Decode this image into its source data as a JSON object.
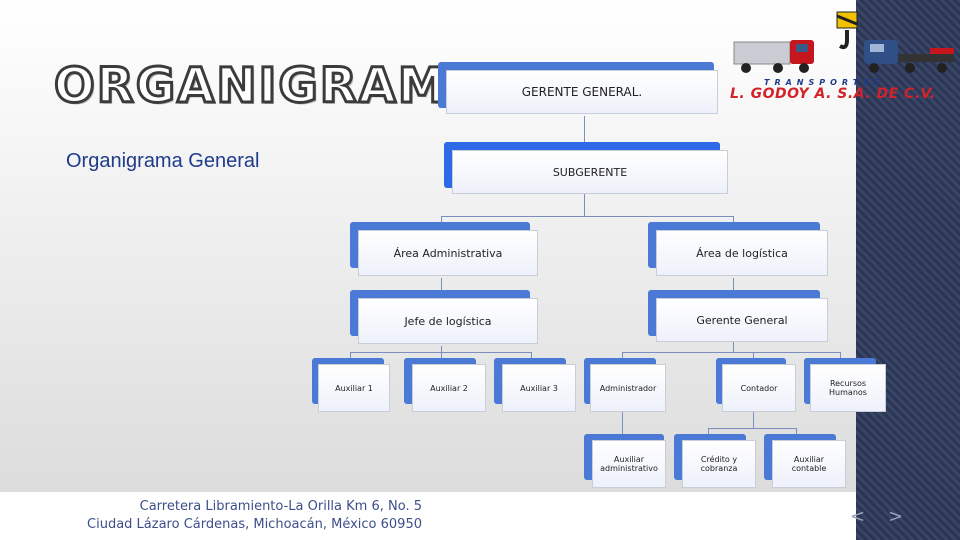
{
  "slide": {
    "title": "ORGANIGRAMA",
    "subtitle": "Organigrama General"
  },
  "logo": {
    "tagline": "TRANSPORTES",
    "company": "L. GODOY A. S.A. DE C.V."
  },
  "org": {
    "gerente_general": "GERENTE GENERAL.",
    "subgerente": "SUBGERENTE",
    "area_admin": "Área Administrativa",
    "area_logistica": "Área de logística",
    "jefe_logistica": "Jefe de logística",
    "gerente_general_2": "Gerente General",
    "aux1": "Auxiliar 1",
    "aux2": "Auxiliar 2",
    "aux3": "Auxiliar 3",
    "administrador": "Administrador",
    "contador": "Contador",
    "recursos_humanos": "Recursos Humanos",
    "aux_admin": "Auxiliar administrativo",
    "credito": "Crédito y cobranza",
    "aux_contable": "Auxiliar contable"
  },
  "footer": {
    "line1": "Carretera Libramiento-La Orilla Km 6,  No. 5",
    "line2": "Ciudad Lázaro Cárdenas, Michoacán, México 60950"
  },
  "nav": {
    "prev": "<",
    "next": ">"
  },
  "colors": {
    "accent": "#4a79d6",
    "band": "#2b3554",
    "brand_red": "#d2232a"
  }
}
